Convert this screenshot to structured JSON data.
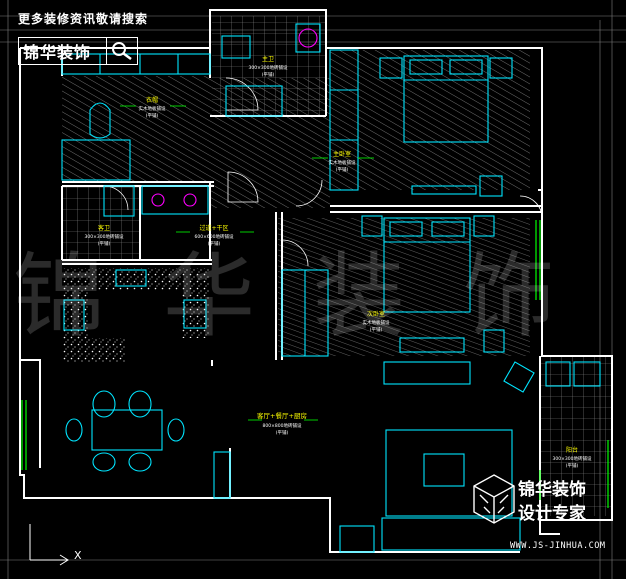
{
  "banner": {
    "search_text": "更多装修资讯敬请搜索",
    "logo_text": "锦华装饰"
  },
  "watermark": "锦华装饰",
  "brand": {
    "name": "锦华装饰",
    "subtitle": "设计专家",
    "url": "WWW.JS-JINHUA.COM"
  },
  "axis_label": "X",
  "rooms": {
    "master_bath": {
      "name": "主卫",
      "spec": "300×300地砖铺设",
      "note": "(平铺)"
    },
    "cloakroom": {
      "name": "衣帽",
      "spec": "实木地板铺设",
      "note": "(平铺)"
    },
    "master_bedroom": {
      "name": "主卧室",
      "spec": "实木地板铺设",
      "note": "(平铺)"
    },
    "guest_bath": {
      "name": "客卫",
      "spec": "300×300地砖铺设",
      "note": "(平铺)"
    },
    "hallway": {
      "name": "过道+干区",
      "spec": "600×600地砖铺设",
      "note": "(平铺)"
    },
    "second_bedroom": {
      "name": "次卧室",
      "spec": "实木地板铺设",
      "note": "(平铺)"
    },
    "living": {
      "name": "客厅+餐厅+厨房",
      "spec": "800×800地砖铺设",
      "note": "(平铺)"
    },
    "balcony": {
      "name": "阳台",
      "spec": "300×300地砖铺设",
      "note": "(平铺)"
    }
  },
  "colors": {
    "wall": "#ffffff",
    "furniture": "#00e5ff",
    "label": "#ffff00",
    "dim": "#00ff00",
    "fixture": "#ff00ff",
    "hatch": "#9a9a9a"
  }
}
